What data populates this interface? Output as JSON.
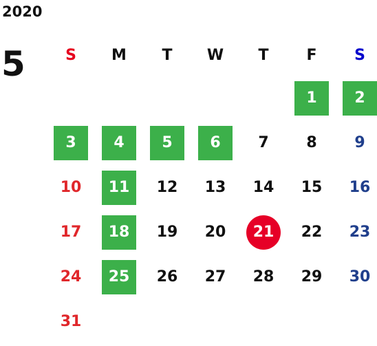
{
  "calendar": {
    "year": "2020",
    "month": "5",
    "colors": {
      "holiday_bg": "#3cb04a",
      "today_bg": "#e60027",
      "sunday_text": "#e0272b",
      "saturday_text": "#203f8c"
    },
    "weekdays": [
      "S",
      "M",
      "T",
      "W",
      "T",
      "F",
      "S"
    ],
    "weeks": [
      [
        "",
        "",
        "",
        "",
        "",
        "1",
        "2"
      ],
      [
        "3",
        "4",
        "5",
        "6",
        "7",
        "8",
        "9"
      ],
      [
        "10",
        "11",
        "12",
        "13",
        "14",
        "15",
        "16"
      ],
      [
        "17",
        "18",
        "19",
        "20",
        "21",
        "22",
        "23"
      ],
      [
        "24",
        "25",
        "26",
        "27",
        "28",
        "29",
        "30"
      ],
      [
        "31",
        "",
        "",
        "",
        "",
        "",
        ""
      ]
    ],
    "highlighted_days": [
      "1",
      "2",
      "3",
      "4",
      "5",
      "6",
      "11",
      "18",
      "25"
    ],
    "today": "21"
  }
}
